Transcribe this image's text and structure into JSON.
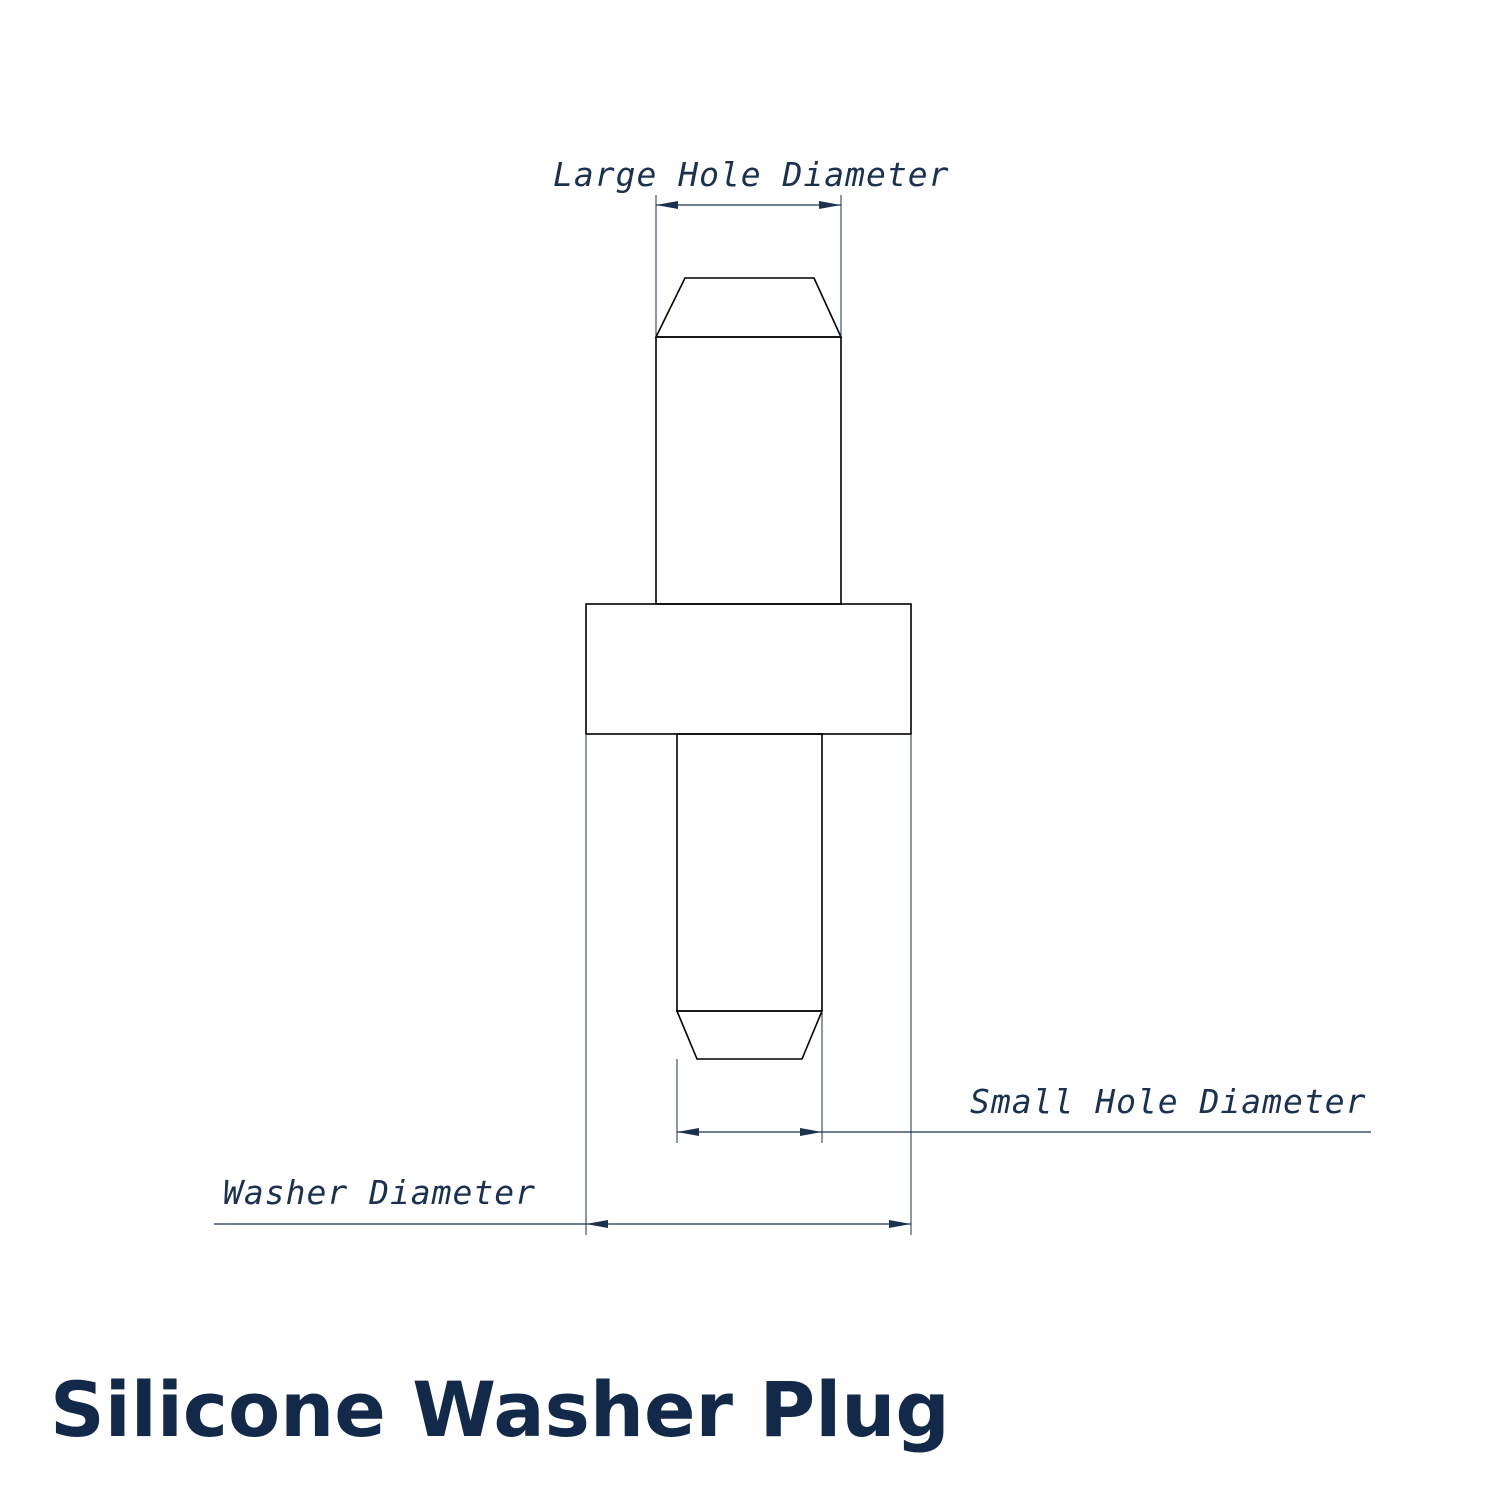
{
  "title": "Silicone Washer Plug",
  "dimensions": {
    "large_hole": "Large Hole Diameter",
    "small_hole": "Small Hole Diameter",
    "washer": "Washer Diameter"
  },
  "colors": {
    "annotation": "#1b3150",
    "title": "#12294a",
    "outline": "#000000"
  }
}
